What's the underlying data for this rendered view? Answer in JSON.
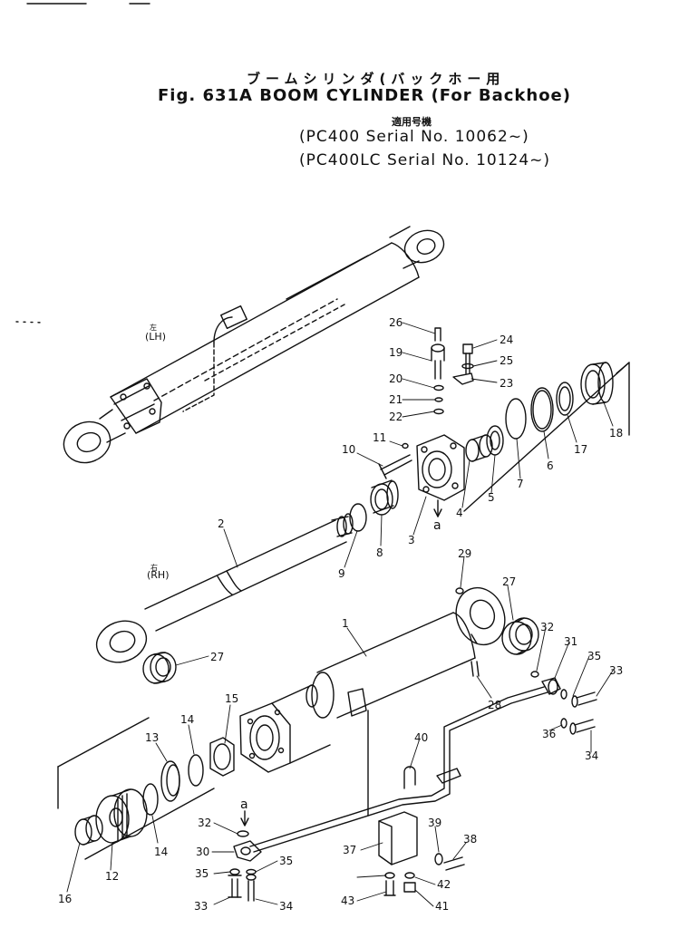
{
  "header": {
    "title_jp": "ブームシリンダ(バックホー用",
    "title_en": "Fig. 631A BOOM CYLINDER (For Backhoe)",
    "applicable_models_jp": "適用号機",
    "serial_lines": [
      "(PC400    Serial  No. 10062~)",
      "(PC400LC Serial  No. 10124~)"
    ]
  },
  "side_labels": {
    "left_jp": "左",
    "left": "(LH)",
    "right_jp": "右",
    "right": "(RH)"
  },
  "view_marker": "a",
  "callouts": [
    "1",
    "2",
    "3",
    "4",
    "5",
    "6",
    "7",
    "8",
    "9",
    "10",
    "11",
    "12",
    "13",
    "14",
    "14",
    "15",
    "16",
    "17",
    "18",
    "19",
    "20",
    "21",
    "22",
    "23",
    "24",
    "25",
    "26",
    "27",
    "27",
    "28",
    "29",
    "30",
    "31",
    "32",
    "32",
    "33",
    "33",
    "34",
    "34",
    "35",
    "35",
    "35",
    "36",
    "37",
    "38",
    "39",
    "40",
    "41",
    "42",
    "43"
  ]
}
